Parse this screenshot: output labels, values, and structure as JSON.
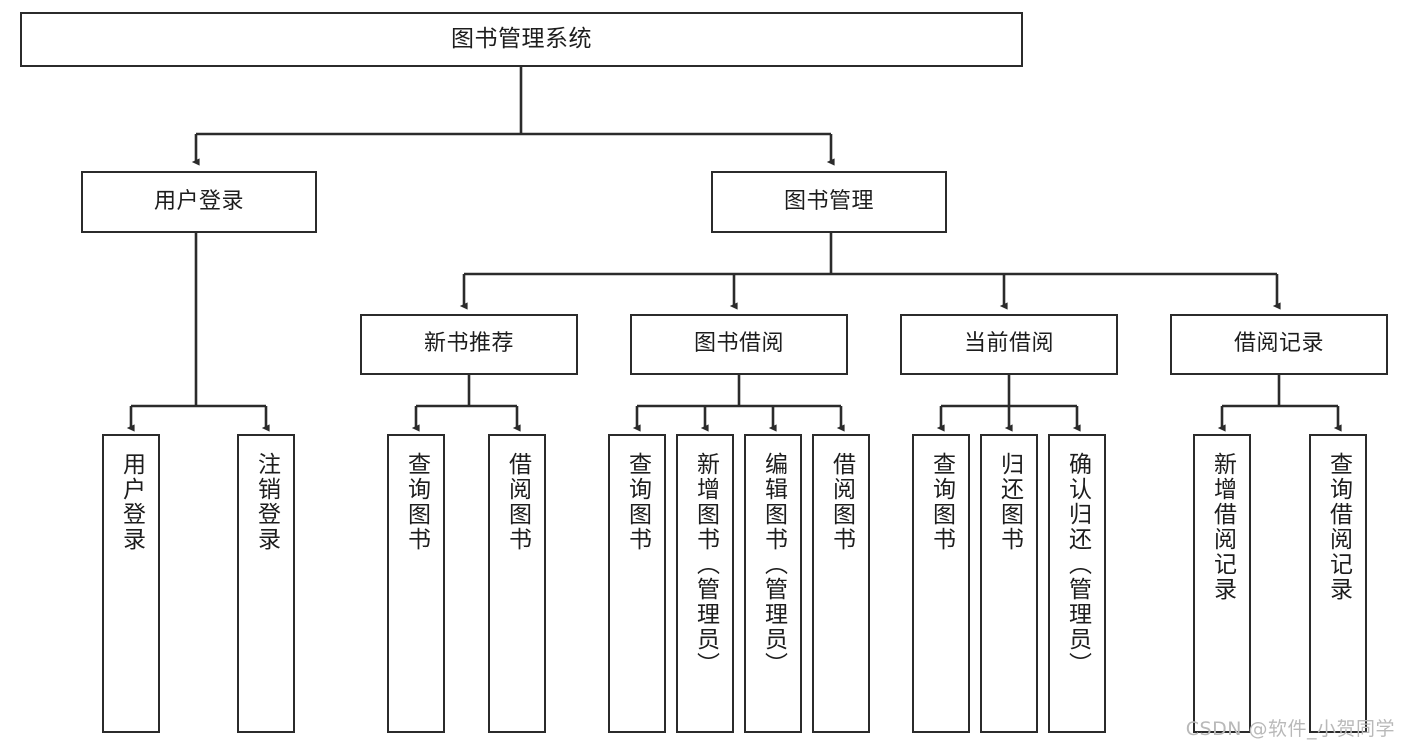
{
  "diagram": {
    "title": "图书管理系统",
    "type": "tree-hierarchy",
    "watermark": "CSDN @软件_小贺同学",
    "colors": {
      "box_border": "#2b2b2b",
      "box_fill": "#ffffff",
      "edge": "#2b2b2b",
      "text": "#1d1d1d",
      "watermark": "#b9b9b9",
      "background": "#ffffff"
    }
  },
  "nodes": {
    "root": {
      "label": "图书管理系统"
    },
    "level2": [
      {
        "label": "用户登录"
      },
      {
        "label": "图书管理"
      }
    ],
    "level3": [
      {
        "label": "新书推荐"
      },
      {
        "label": "图书借阅"
      },
      {
        "label": "当前借阅"
      },
      {
        "label": "借阅记录"
      }
    ],
    "leaves": {
      "user_login": [
        {
          "label": "用户登录"
        },
        {
          "label": "注销登录"
        }
      ],
      "new_book_recommend": [
        {
          "label": "查询图书"
        },
        {
          "label": "借阅图书"
        }
      ],
      "book_borrow": [
        {
          "label": "查询图书"
        },
        {
          "label": "新增图书（管理员）"
        },
        {
          "label": "编辑图书（管理员）"
        },
        {
          "label": "借阅图书"
        }
      ],
      "current_borrow": [
        {
          "label": "查询图书"
        },
        {
          "label": "归还图书"
        },
        {
          "label": "确认归还（管理员）"
        }
      ],
      "borrow_record": [
        {
          "label": "新增借阅记录"
        },
        {
          "label": "查询借阅记录"
        }
      ]
    }
  }
}
